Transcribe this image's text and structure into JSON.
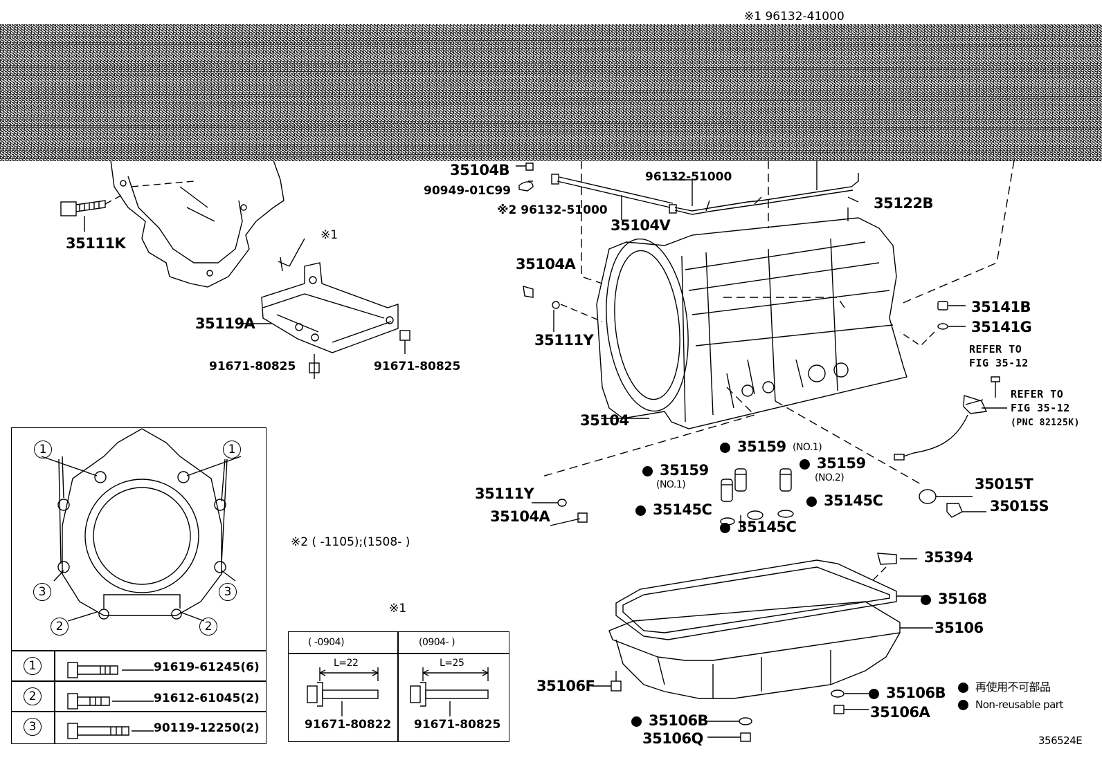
{
  "header": {
    "note_top": "※1 96132-41000"
  },
  "diagram": {
    "figure_id": "356524E",
    "parts": {
      "p35104B": "35104B",
      "p90949": "90949-01C99",
      "p96132_x2": "※2 96132-51000",
      "p96132": "96132-51000",
      "p35104V": "35104V",
      "p35122B": "35122B",
      "p35111K": "35111K",
      "p35119A": "35119A",
      "p91671a": "91671-80825",
      "p91671b": "91671-80825",
      "x1_mark": "※1",
      "p35104A_top": "35104A",
      "p35111Y_top": "35111Y",
      "p35104": "35104",
      "p35141B": "35141B",
      "p35141G": "35141G",
      "refer1": "REFER TO",
      "refer1b": "FIG 35-12",
      "refer2": "REFER TO",
      "refer2b": "FIG 35-12",
      "refer2c": "(PNC 82125K)",
      "p35159_top": "35159",
      "p35159_top_no": "(NO.1)",
      "p35159_left": "35159",
      "p35159_left_no": "(NO.1)",
      "p35159_right": "35159",
      "p35159_right_no": "(NO.2)",
      "p35145C_l": "35145C",
      "p35145C_m": "35145C",
      "p35145C_r": "35145C",
      "p35111Y_bot": "35111Y",
      "p35104A_bot": "35104A",
      "p35015T": "35015T",
      "p35015S": "35015S",
      "p35394": "35394",
      "p35168": "35168",
      "p35106": "35106",
      "p35106F": "35106F",
      "p35106B_r": "35106B",
      "p35106A": "35106A",
      "p35106B_l": "35106B",
      "p35106Q": "35106Q",
      "note_x2": "※2 (       -1105);(1508-       )"
    },
    "legend": {
      "nr_jp": "再使用不可部品",
      "nr_en": "Non-reusable part"
    },
    "bolt_table": {
      "rows": [
        {
          "num": "1",
          "part": "91619-61245(6)"
        },
        {
          "num": "2",
          "part": "91612-61045(2)"
        },
        {
          "num": "3",
          "part": "90119-12250(2)"
        }
      ]
    },
    "bolt_callouts": {
      "tl": "1",
      "tr": "1",
      "ml": "3",
      "mr": "3",
      "bl": "2",
      "br": "2"
    },
    "x1_table": {
      "mark": "※1",
      "col1_head": "(      -0904)",
      "col2_head": "(0904-      )",
      "col1_len": "L=22",
      "col2_len": "L=25",
      "col1_part": "91671-80822",
      "col2_part": "91671-80825"
    }
  }
}
